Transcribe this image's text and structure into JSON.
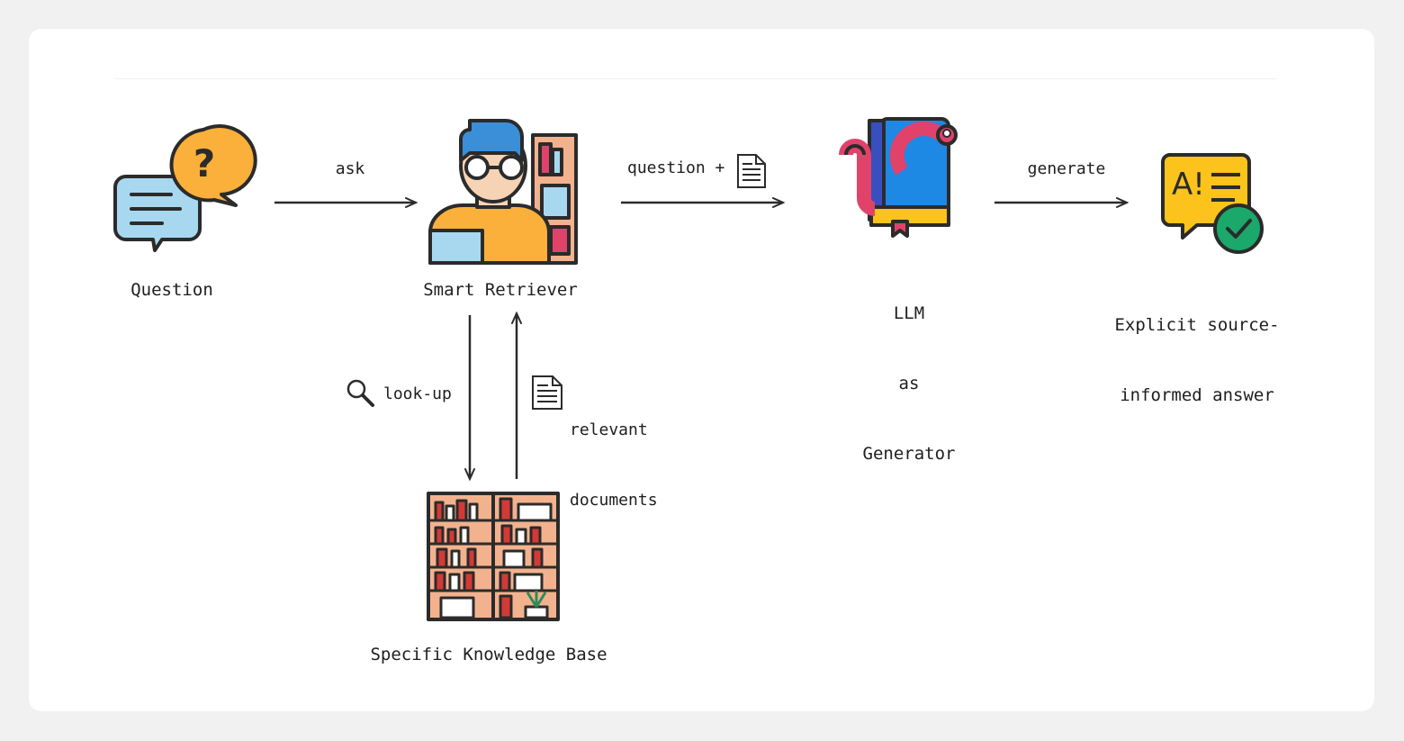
{
  "nodes": {
    "question": {
      "label": "Question",
      "icon": "question-chat-icon"
    },
    "retriever": {
      "label": "Smart Retriever",
      "icon": "retriever-person-icon"
    },
    "llm": {
      "label_lines": [
        "LLM",
        "as",
        "Generator"
      ],
      "icon": "llm-bookworm-icon"
    },
    "answer": {
      "label_lines": [
        "Explicit source-",
        "informed answer"
      ],
      "icon": "ai-answer-check-icon"
    },
    "knowledge_base": {
      "label": "Specific Knowledge Base",
      "icon": "bookshelf-icon"
    }
  },
  "edges": {
    "ask": "ask",
    "question_plus": "question +",
    "generate": "generate",
    "lookup": "look-up",
    "relevant_docs_lines": [
      "relevant",
      "documents"
    ]
  },
  "colors": {
    "background": "#f1f1f1",
    "card": "#ffffff",
    "stroke": "#2b2b2b",
    "blue": "#a8d8f0",
    "orange": "#fbb03b",
    "yellow": "#fbc31c",
    "red": "#e0426a",
    "book_blue": "#1e88e5",
    "green": "#1aa86b",
    "shelf": "#f3b28e",
    "book_red": "#d33a36"
  }
}
